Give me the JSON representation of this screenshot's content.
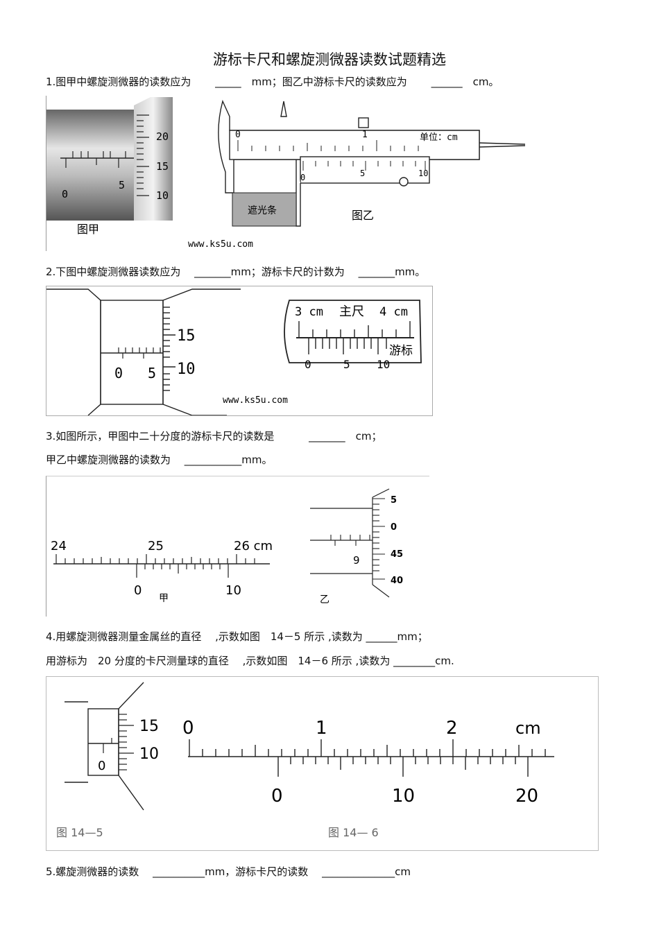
{
  "title": "游标卡尺和螺旋测微器读数试题精选",
  "questions": [
    {
      "text": "1.图甲中螺旋测微器的读数应为　　 _____　mm；图乙中游标卡尺的读数应为　　 ______　cm。"
    },
    {
      "text": "2.下图中螺旋测微器读数应为　 _______mm；游标卡尺的计数为　 _______mm。"
    },
    {
      "text": "3.如图所示，甲图中二十分度的游标卡尺的读数是　　　 _______　cm；"
    },
    {
      "text": "甲乙中螺旋测微器的读数为　 ___________mm。"
    },
    {
      "text": "4.用螺旋测微器测量金属丝的直径　 ,示数如图　14－5 所示 ,读数为 ______mm；"
    },
    {
      "text": "用游标为　20 分度的卡尺测量球的直径　 ,示数如图　14－6 所示 ,读数为 ________cm."
    },
    {
      "text": "5.螺旋测微器的读数　 __________mm，游标卡尺的读数　 ______________cm"
    }
  ],
  "fig1": {
    "micro_labels": [
      "20",
      "15",
      "10"
    ],
    "sleeve_labels": [
      "0",
      "5"
    ],
    "caption_a": "图甲",
    "caliper_main": [
      "0",
      "1"
    ],
    "unit": "单位：cm",
    "vernier": [
      "0",
      "5",
      "10"
    ],
    "block": "遮光条",
    "caption_b": "图乙",
    "watermark": "www.ks5u.com"
  },
  "fig2": {
    "micro_labels": [
      "15",
      "10"
    ],
    "sleeve_labels": [
      "0",
      "5"
    ],
    "main_left": "3 cm",
    "main_center": "主尺",
    "main_right": "4 cm",
    "vernier": [
      "0",
      "5",
      "10"
    ],
    "vernier_label": "游标",
    "watermark": "www.ks5u.com"
  },
  "fig3": {
    "main": [
      "24",
      "25",
      "26 cm"
    ],
    "vernier": [
      "0",
      "10"
    ],
    "caption_a": "甲",
    "micro_labels": [
      "5",
      "0",
      "45",
      "40"
    ],
    "sleeve_label": "9",
    "caption_b": "乙"
  },
  "fig4": {
    "micro_labels": [
      "15",
      "10"
    ],
    "sleeve_label": "0",
    "caption_a": "图 14—5",
    "main": [
      "0",
      "1",
      "2",
      "cm"
    ],
    "vernier": [
      "0",
      "10",
      "20"
    ],
    "caption_b": "图 14— 6"
  }
}
